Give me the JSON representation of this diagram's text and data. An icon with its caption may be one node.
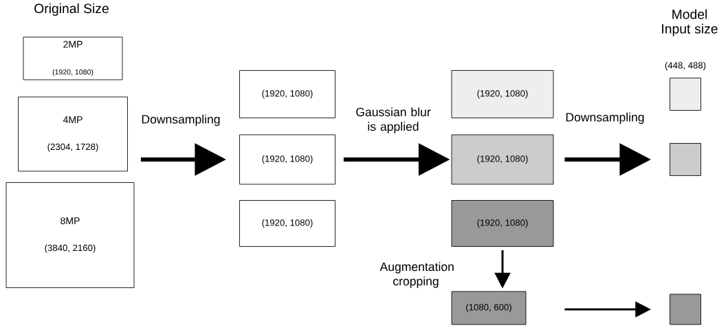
{
  "diagram": {
    "nodes": [
      {
        "text": [
          "2MP",
          "(1920, 1080)"
        ]
      },
      {
        "text": [
          "4MP",
          "(2304, 1728)"
        ]
      },
      {
        "text": [
          "8MP",
          "(3840, 2160)"
        ]
      },
      {
        "text": [
          "(1920, 1080)"
        ]
      },
      {
        "text": [
          "(1920, 1080)"
        ]
      },
      {
        "text": [
          "(1920, 1080)"
        ]
      },
      {
        "text": [
          "(1920, 1080)"
        ]
      },
      {
        "text": [
          "(1920, 1080)"
        ]
      },
      {
        "text": [
          "(1920, 1080)"
        ]
      },
      {
        "text": [
          "(1080, 600)"
        ]
      },
      {
        "text": [],
        "shape": "box",
        "beside": [
          "(448, 488)"
        ]
      },
      {
        "text": [],
        "shape": "box"
      },
      {
        "text": [],
        "shape": "box"
      }
    ],
    "edges": [
      {
        "from": 1,
        "to": 4,
        "arrow": "to",
        "label": "Downsampling"
      },
      {
        "from": 4,
        "to": 7,
        "arrow": "to",
        "label": "Gaussian blur is applied"
      },
      {
        "from": 7,
        "to": 11,
        "arrow": "to",
        "label": "Downsampling"
      },
      {
        "from": 8,
        "to": 9,
        "arrow": "to",
        "label": "Augmentation cropping"
      },
      {
        "from": 9,
        "to": 12,
        "arrow": "to"
      }
    ],
    "labels": [
      "Original Size",
      "Model Input size"
    ]
  }
}
